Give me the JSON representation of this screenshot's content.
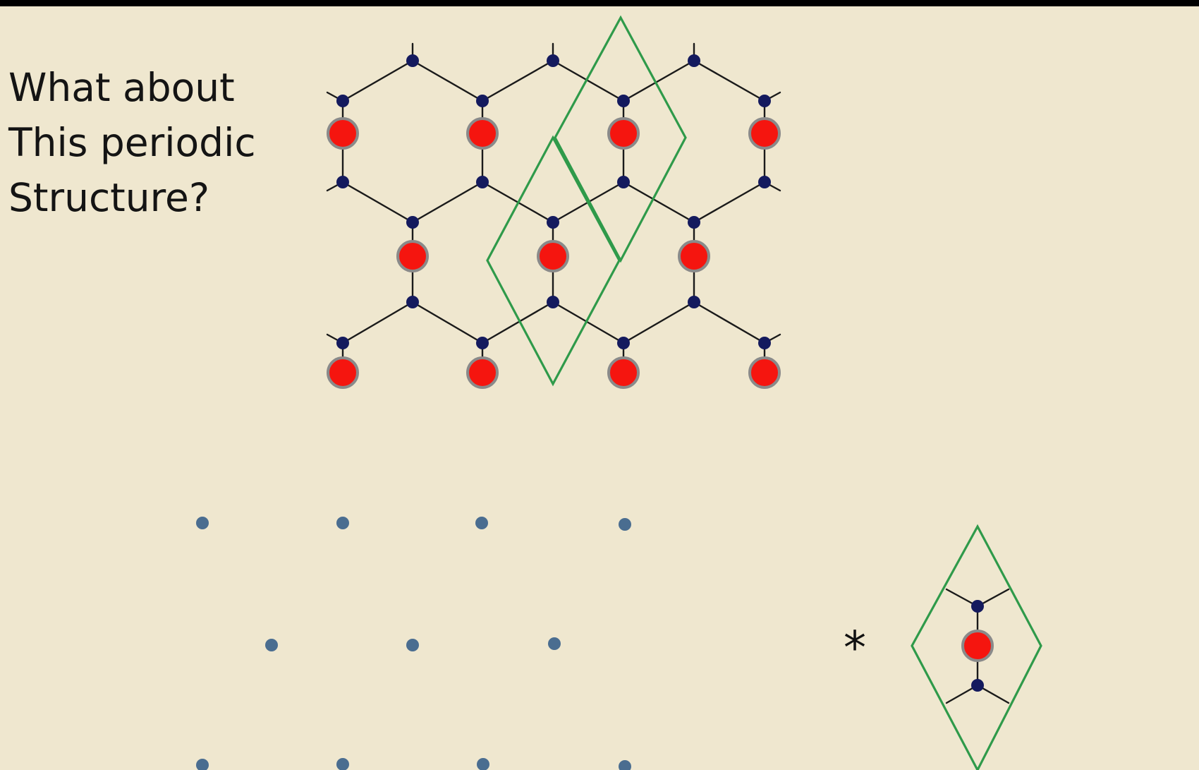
{
  "slide": {
    "question_lines": [
      "What about",
      "This periodic",
      "Structure?"
    ],
    "operator_symbol": "*"
  },
  "diagram": {
    "colors": {
      "background": "#efe7cf",
      "bond": "#1a1a1a",
      "small_atom": "#141a5e",
      "large_atom": "#f5150f",
      "large_atom_ring": "#8a8a8a",
      "unit_cell": "#2f9a4a",
      "lattice_point": "#4a6d90"
    },
    "structure": "honeycomb network of small atoms with a large atom at the center of each hexagon",
    "unit_cells_drawn": 2,
    "lattice_label": "lattice points (basis removed)",
    "basis_label": "basis: 1 large atom + 2 small atoms"
  }
}
